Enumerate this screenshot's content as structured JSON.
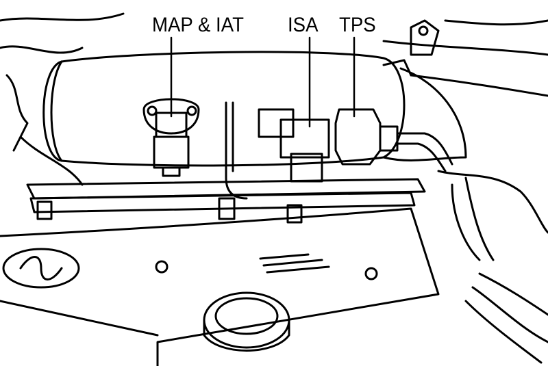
{
  "labels": {
    "map_iat": "MAP & IAT",
    "isa": "ISA",
    "tps": "TPS"
  },
  "colors": {
    "ink": "#000000",
    "paper": "#ffffff"
  }
}
